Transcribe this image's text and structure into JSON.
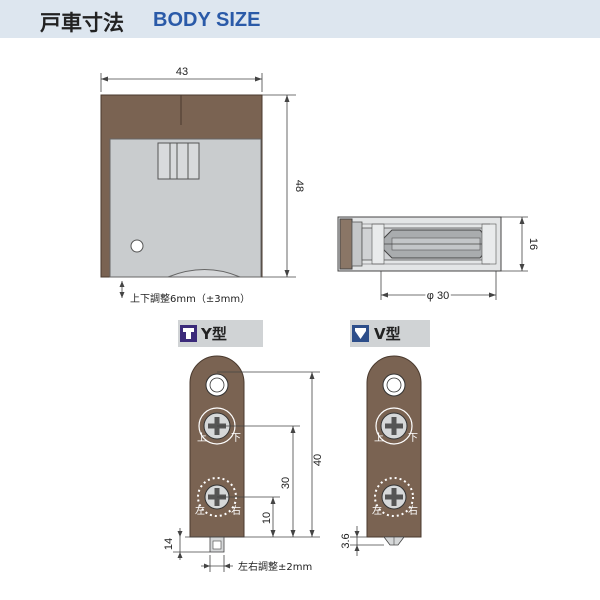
{
  "header": {
    "title_jp": "戸車寸法",
    "title_en": "BODY SIZE"
  },
  "front_view": {
    "width_dim": "43",
    "height_dim": "48",
    "adjust_note": "上下調整6mm（±3mm）"
  },
  "side_view": {
    "height_dim": "16",
    "diameter_dim": "φ 30"
  },
  "types": [
    {
      "label": "Y型",
      "dims": {
        "total": "40",
        "mid": "30",
        "low": "10",
        "base": "14"
      },
      "hub_up": "上",
      "hub_down": "下",
      "hub_left": "左",
      "hub_right": "右"
    },
    {
      "label": "V型",
      "dims": {
        "base": "3.6"
      },
      "hub_up": "上",
      "hub_down": "下",
      "hub_left": "左",
      "hub_right": "右"
    }
  ],
  "lr_adjust_note": "左右調整±2mm",
  "colors": {
    "header_bg": "#dde6ef",
    "accent_blue": "#2a5aa8",
    "body_brown": "#7a6352",
    "plate_gray": "#c9ccce"
  }
}
